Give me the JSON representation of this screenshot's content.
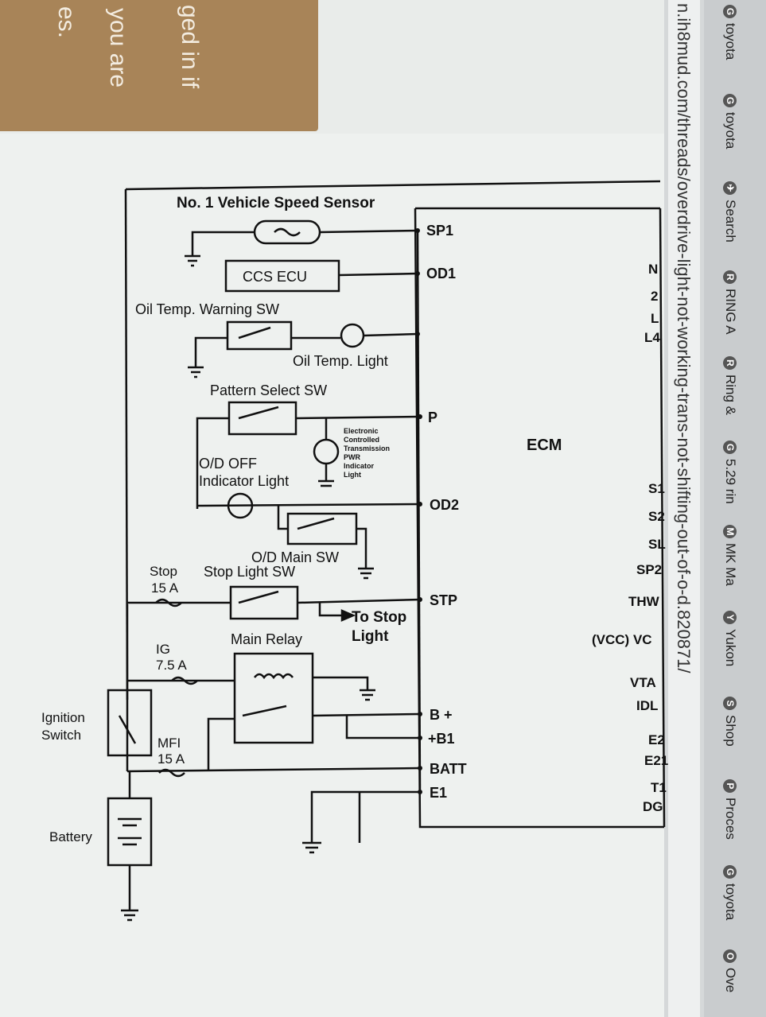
{
  "popup": {
    "lines": [
      "ged in if",
      "you are",
      "es."
    ]
  },
  "browser": {
    "url": "n.ih8mud.com/threads/overdrive-light-not-working-trans-not-shifting-out-of-o-d.820871/",
    "bookmarks": [
      {
        "label": "toyota",
        "icon": "G"
      },
      {
        "label": "toyota",
        "icon": "G"
      },
      {
        "label": "Search",
        "icon": "✈"
      },
      {
        "label": "RING A",
        "icon": "R"
      },
      {
        "label": "Ring &",
        "icon": "R"
      },
      {
        "label": "5.29 rin",
        "icon": "G"
      },
      {
        "label": "MK Ma",
        "icon": "M"
      },
      {
        "label": "Yukon",
        "icon": "Y"
      },
      {
        "label": "Shop",
        "icon": "S"
      },
      {
        "label": "Proces",
        "icon": "P"
      },
      {
        "label": "toyota",
        "icon": "G"
      },
      {
        "label": "Ove",
        "icon": "O"
      }
    ]
  },
  "diagram": {
    "title_vss": "No. 1 Vehicle Speed Sensor",
    "ccs_ecu": "CCS ECU",
    "oil_temp_sw": "Oil Temp. Warning SW",
    "oil_temp_light": "Oil Temp. Light",
    "pattern_select_sw": "Pattern Select SW",
    "etc_pwr_light": [
      "Electronic",
      "Controlled",
      "Transmission",
      "PWR",
      "Indicator",
      "Light"
    ],
    "od_off_light_1": "O/D OFF",
    "od_off_light_2": "Indicator Light",
    "od_main_sw": "O/D Main SW",
    "stop_fuse_1": "Stop",
    "stop_fuse_2": "15 A",
    "stop_light_sw": "Stop Light SW",
    "to_stop_light_1": "To Stop",
    "to_stop_light_2": "Light",
    "main_relay": "Main Relay",
    "ig_fuse_1": "IG",
    "ig_fuse_2": "7.5 A",
    "ignition_switch_1": "Ignition",
    "ignition_switch_2": "Switch",
    "mfi_fuse_1": "MFI",
    "mfi_fuse_2": "15 A",
    "battery": "Battery",
    "ecm": "ECM",
    "ecm_pins_left": [
      "SP1",
      "OD1",
      "P",
      "OD2",
      "STP",
      "B +",
      "+B1",
      "BATT",
      "E1"
    ],
    "ecm_pins_right_top": [
      "N",
      "2",
      "L",
      "L4"
    ],
    "ecm_pins_right_bottom": [
      "S1",
      "S2",
      "SL",
      "SP2",
      "THW",
      "(VCC) VC",
      "VTA",
      "IDL",
      "E2",
      "E21",
      "T1",
      "DG"
    ]
  }
}
